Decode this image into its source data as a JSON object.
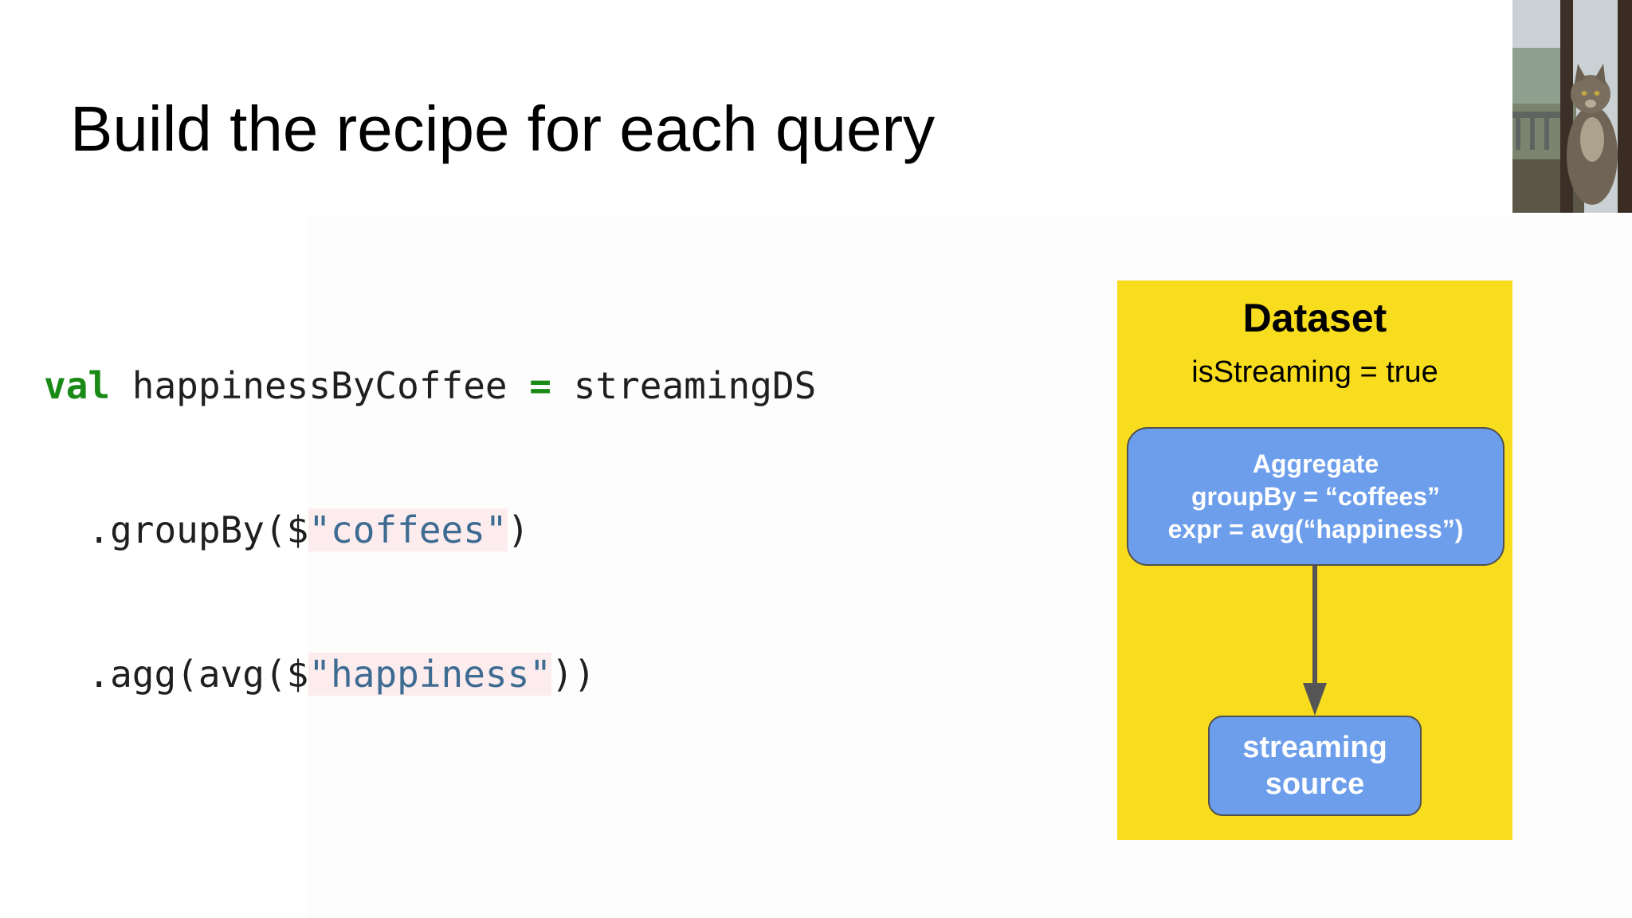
{
  "slide": {
    "title": "Build the recipe for each query"
  },
  "code": {
    "line1": {
      "keyword": "val",
      "identifier": " happinessByCoffee ",
      "operator": "=",
      "rest": " streamingDS"
    },
    "line2": {
      "prefix": "  .groupBy($",
      "string": "\"coffees\"",
      "suffix": ")"
    },
    "line3": {
      "prefix": "  .agg(avg($",
      "string": "\"happiness\"",
      "suffix": "))"
    }
  },
  "diagram": {
    "title": "Dataset",
    "subtitle": "isStreaming = true",
    "aggregate_node": {
      "line1": "Aggregate",
      "line2": "groupBy = “coffees”",
      "line3": "expr = avg(“happiness”)"
    },
    "source_node": {
      "line1": "streaming",
      "line2": "source"
    }
  },
  "colors": {
    "keyword": "#1a8a17",
    "string": "#3d6b91",
    "string_highlight": "#fdecee",
    "panel_background": "#f8dd1f",
    "node_fill": "#6d9eeb",
    "node_border": "#505050",
    "arrow": "#555555"
  },
  "webcam": {
    "icon": "cat-webcam-thumbnail"
  }
}
